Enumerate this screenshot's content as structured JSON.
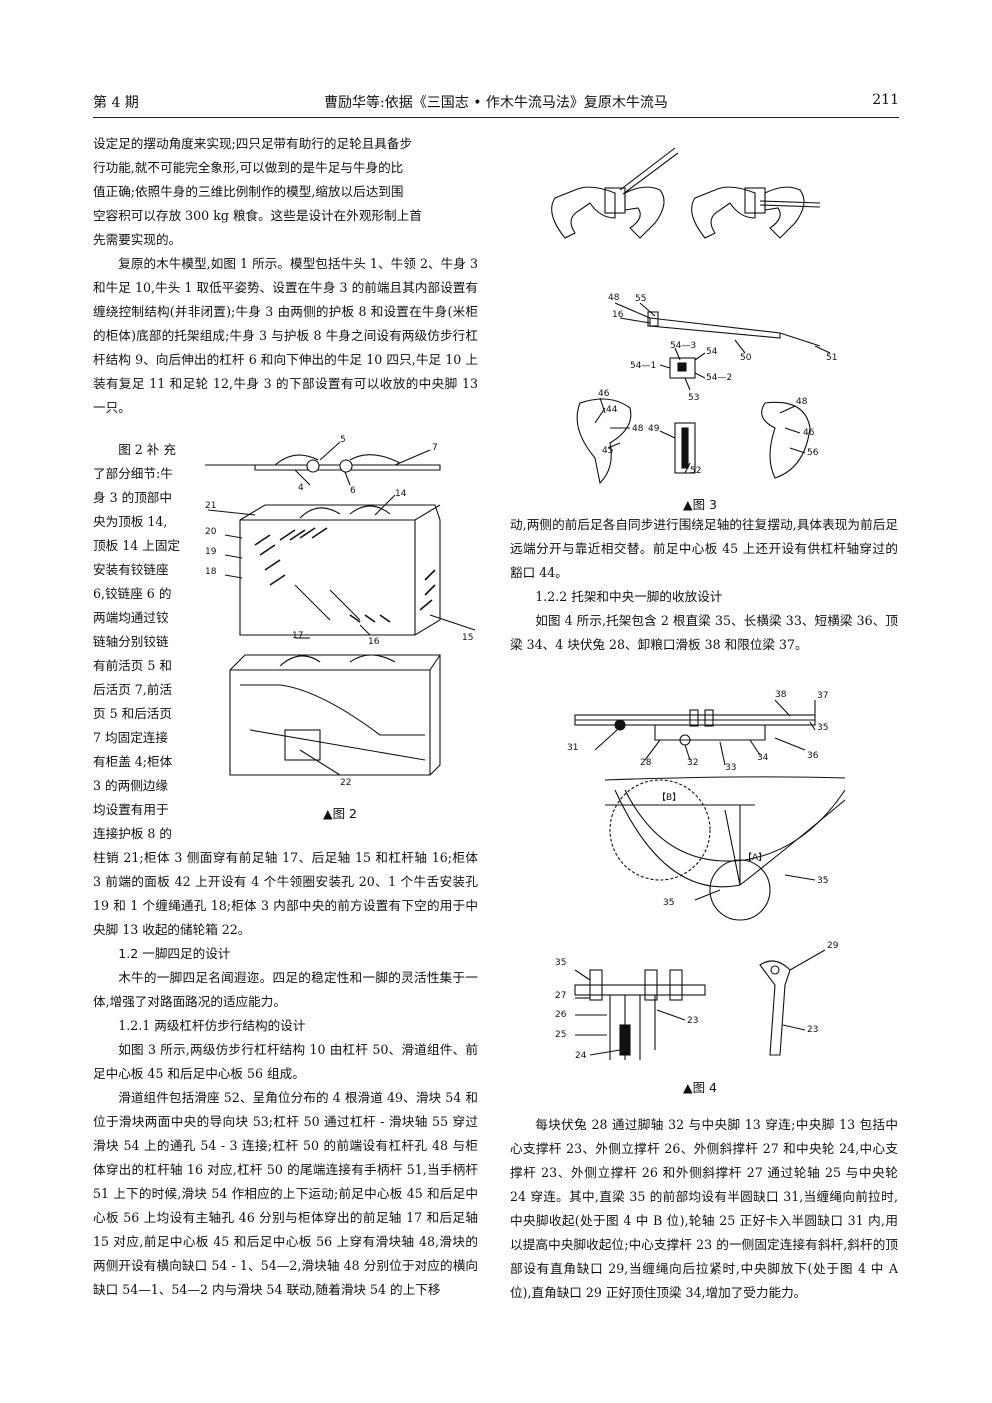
{
  "header": {
    "issue": "第 4 期",
    "title": "曹励华等:依据《三国志 • 作木牛流马法》复原木牛流马",
    "page": "211"
  },
  "left": {
    "p1_lines": [
      "设定足的摆动角度来实现;四只足带有助行的足轮且具备步",
      "行功能,就不可能完全象形,可以做到的是牛足与牛身的比",
      "值正确;依照牛身的三维比例制作的模型,缩放以后达到围",
      "空容积可以存放 300 kg 粮食。这些是设计在外观形制上首",
      "先需要实现的。"
    ],
    "p2": "复原的木牛模型,如图 1 所示。模型包括牛头 1、牛领 2、牛身 3 和牛足 10,牛头 1 取低平姿势、设置在牛身 3 的前端且其内部设置有缠绕控制结构(并非闭置);牛身 3 由两侧的护板 8 和设置在牛身(米柜的柜体)底部的托架组成;牛身 3 与护板 8 牛身之间设有两级仿步行杠杆结构 9、向后伸出的杠杆 6 和向下伸出的牛足 10 四只,牛足 10 上装有复足 11 和足轮 12,牛身 3 的下部设置有可以收放的中央脚 13 一只。",
    "p3_narrow": [
      "图 2 补 充",
      "了部分细节:牛",
      "身 3 的顶部中",
      "央为顶板 14,",
      "顶板 14 上固定",
      "安装有铰链座",
      "6,铰链座 6 的",
      "两端均通过铰",
      "链轴分别铰链",
      "有前活页 5 和",
      "后活页 7,前活",
      "页 5 和后活页",
      "7 均固定连接",
      "有柜盖 4;柜体",
      "3 的两侧边缘",
      "均设置有用于",
      "连接护板 8 的"
    ],
    "p3_rest": "柱销 21;柜体 3 侧面穿有前足轴 17、后足轴 15 和杠杆轴 16;柜体 3 前端的面板 42 上开设有 4 个牛领圈安装孔 20、1 个牛舌安装孔 19 和 1 个缠绳通孔 18;柜体 3 内部中央的前方设置有下空的用于中央脚 13 收起的储轮箱 22。",
    "sec_1_2": "1.2 一脚四足的设计",
    "p4": "木牛的一脚四足名闻遐迩。四足的稳定性和一脚的灵活性集于一体,增强了对路面路况的适应能力。",
    "sec_1_2_1": "1.2.1 两级杠杆仿步行结构的设计",
    "p5": "如图 3 所示,两级仿步行杠杆结构 10 由杠杆 50、滑道组件、前足中心板 45 和后足中心板 56 组成。",
    "p6": "滑道组件包括滑座 52、呈角位分布的 4 根滑道 49、滑块 54 和位于滑块两面中央的导向块 53;杠杆 50 通过杠杆 - 滑块轴 55 穿过滑块 54 上的通孔 54 - 3 连接;杠杆 50 的前端设有杠杆孔 48 与柜体穿出的杠杆轴 16 对应,杠杆 50 的尾端连接有手柄杆 51,当手柄杆 51 上下的时候,滑块 54 作相应的上下运动;前足中心板 45 和后足中心板 56 上均设有主轴孔 46 分别与柜体穿出的前足轴 17 和后足轴 15 对应,前足中心板 45 和后足中心板 56 上穿有滑块轴 48,滑块的两侧开设有横向缺口 54 - 1、54—2,滑块轴 48 分别位于对应的横向缺口 54—1、54—2 内与滑块 54 联动,随着滑块 54 的上下移"
  },
  "right": {
    "p1": "动,两侧的前后足各自同步进行围绕足轴的往复摆动,具体表现为前后足远端分开与靠近相交替。前足中心板 45 上还开设有供杠杆轴穿过的豁口 44。",
    "sec_1_2_2": "1.2.2 托架和中央一脚的收放设计",
    "p2": "如图 4 所示,托架包含 2 根直梁 35、长横梁 33、短横梁 36、顶梁 34、4 块伏兔 28、卸粮口滑板 38 和限位梁 37。",
    "p3": "每块伏兔 28 通过脚轴 32 与中央脚 13 穿连;中央脚 13 包括中心支撑杆 23、外侧立撑杆 26、外侧斜撑杆 27 和中央轮 24,中心支撑杆 23、外侧立撑杆 26 和外侧斜撑杆 27 通过轮轴 25 与中央轮 24 穿连。其中,直梁 35 的前部均设有半圆缺口 31,当缠绳向前拉时,中央脚收起(处于图 4 中 B 位),轮轴 25 正好卡入半圆缺口 31 内,用以提高中央脚收起位;中心支撑杆 23 的一侧固定连接有斜杆,斜杆的顶部设有直角缺口 29,当缠绳向后拉紧时,中央脚放下(处于图 4 中 A 位),直角缺口 29 正好顶住顶梁 34,增加了受力能力。"
  },
  "figures": {
    "fig2_caption": "▲图 2",
    "fig3_caption": "▲图 3",
    "fig4_caption": "▲图 4",
    "fig2_labels": [
      "5",
      "7",
      "4",
      "6",
      "14",
      "21",
      "20",
      "19",
      "18",
      "17",
      "16",
      "15",
      "22"
    ],
    "fig3_labels": [
      "48",
      "55",
      "16",
      "50",
      "51",
      "54—1",
      "54—3",
      "54",
      "54—2",
      "53",
      "46",
      "44",
      "49",
      "45",
      "48",
      "52",
      "48",
      "46",
      "56"
    ],
    "fig4_labels": [
      "38",
      "37",
      "35",
      "36",
      "31",
      "28",
      "32",
      "33",
      "34",
      "【B】",
      "【A】",
      "35",
      "35",
      "35",
      "27",
      "26",
      "25",
      "24",
      "23",
      "29",
      "23"
    ]
  }
}
